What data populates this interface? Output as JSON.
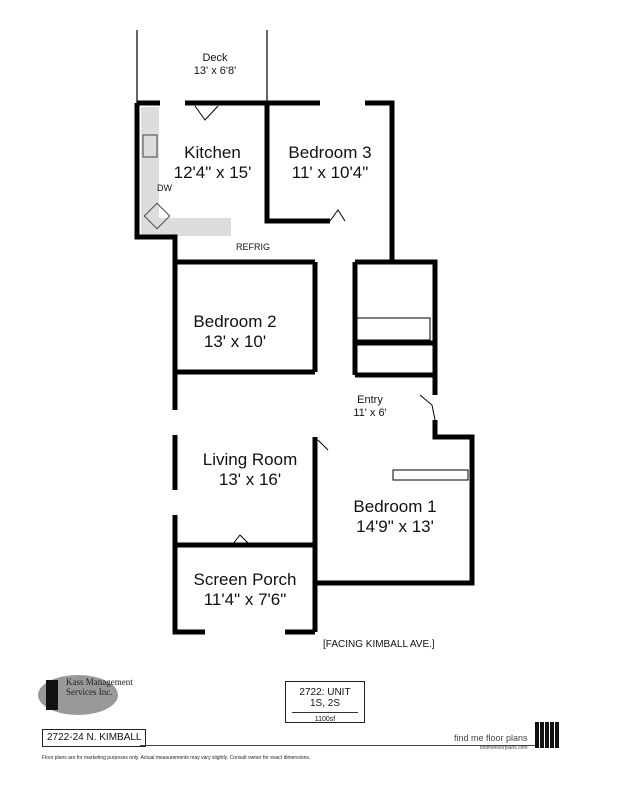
{
  "plan": {
    "rooms": [
      {
        "name": "Deck",
        "size": "13' x 6'8'"
      },
      {
        "name": "Kitchen",
        "size": "12'4\" x 15'"
      },
      {
        "name": "Bedroom 3",
        "size": "11' x 10'4\""
      },
      {
        "name": "Bedroom 2",
        "size": "13' x 10'"
      },
      {
        "name": "Entry",
        "size": "11' x 6'"
      },
      {
        "name": "Living Room",
        "size": "13' x 16'"
      },
      {
        "name": "Bedroom 1",
        "size": "14'9\" x 13'"
      },
      {
        "name": "Screen Porch",
        "size": "11'4\" x 7'6\""
      }
    ],
    "fixtures": {
      "dishwasher": "DW",
      "refrigerator": "REFRIG"
    },
    "orientation_note": "[FACING KIMBALL AVE.]"
  },
  "footer": {
    "logo_text": "Kass Management Services Inc.",
    "unit_title": "2722: UNIT 1S, 2S",
    "unit_area": "1100sf",
    "address": "2722-24 N. KIMBALL",
    "brand": "find me floor plans",
    "brand_url": "findmefloorplans.com",
    "disclaimer": "Floor plans are for marketing purposes only. Actual measurements may vary slightly. Consult owner for exact dimensions."
  }
}
